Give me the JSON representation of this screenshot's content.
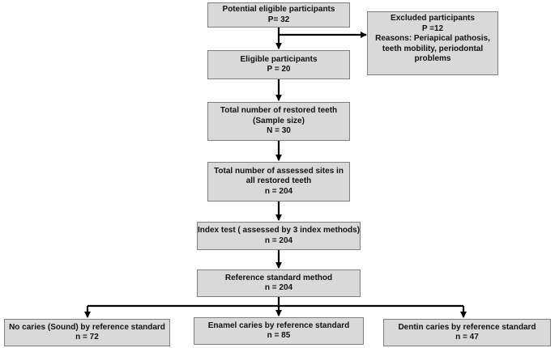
{
  "nodes": {
    "potential": {
      "lines": [
        "Potential eligible participants",
        "P= 32"
      ]
    },
    "excluded": {
      "lines": [
        "Excluded participants",
        "P =12",
        "Reasons: Periapical pathosis,",
        "teeth mobility, periodontal",
        "problems"
      ]
    },
    "eligible": {
      "lines": [
        "Eligible participants",
        "P = 20"
      ]
    },
    "restored": {
      "lines": [
        "Total number of restored teeth",
        "(Sample size)",
        "N = 30"
      ]
    },
    "sites": {
      "lines": [
        "Total number of assessed sites in",
        "all restored teeth",
        "n = 204"
      ]
    },
    "index_test": {
      "lines": [
        "Index test ( assessed by 3 index methods)",
        "n = 204"
      ]
    },
    "reference": {
      "lines": [
        "Reference standard method",
        "n = 204"
      ]
    },
    "no_caries": {
      "lines": [
        "No caries (Sound) by reference standard",
        "n = 72"
      ]
    },
    "enamel": {
      "lines": [
        "Enamel caries by reference standard",
        "n = 85"
      ]
    },
    "dentin": {
      "lines": [
        "Dentin caries by reference standard",
        "n = 47"
      ]
    }
  },
  "colors": {
    "box_fill": "#d9d9d9",
    "box_border": "#7f7f7f",
    "arrow": "#000000"
  }
}
